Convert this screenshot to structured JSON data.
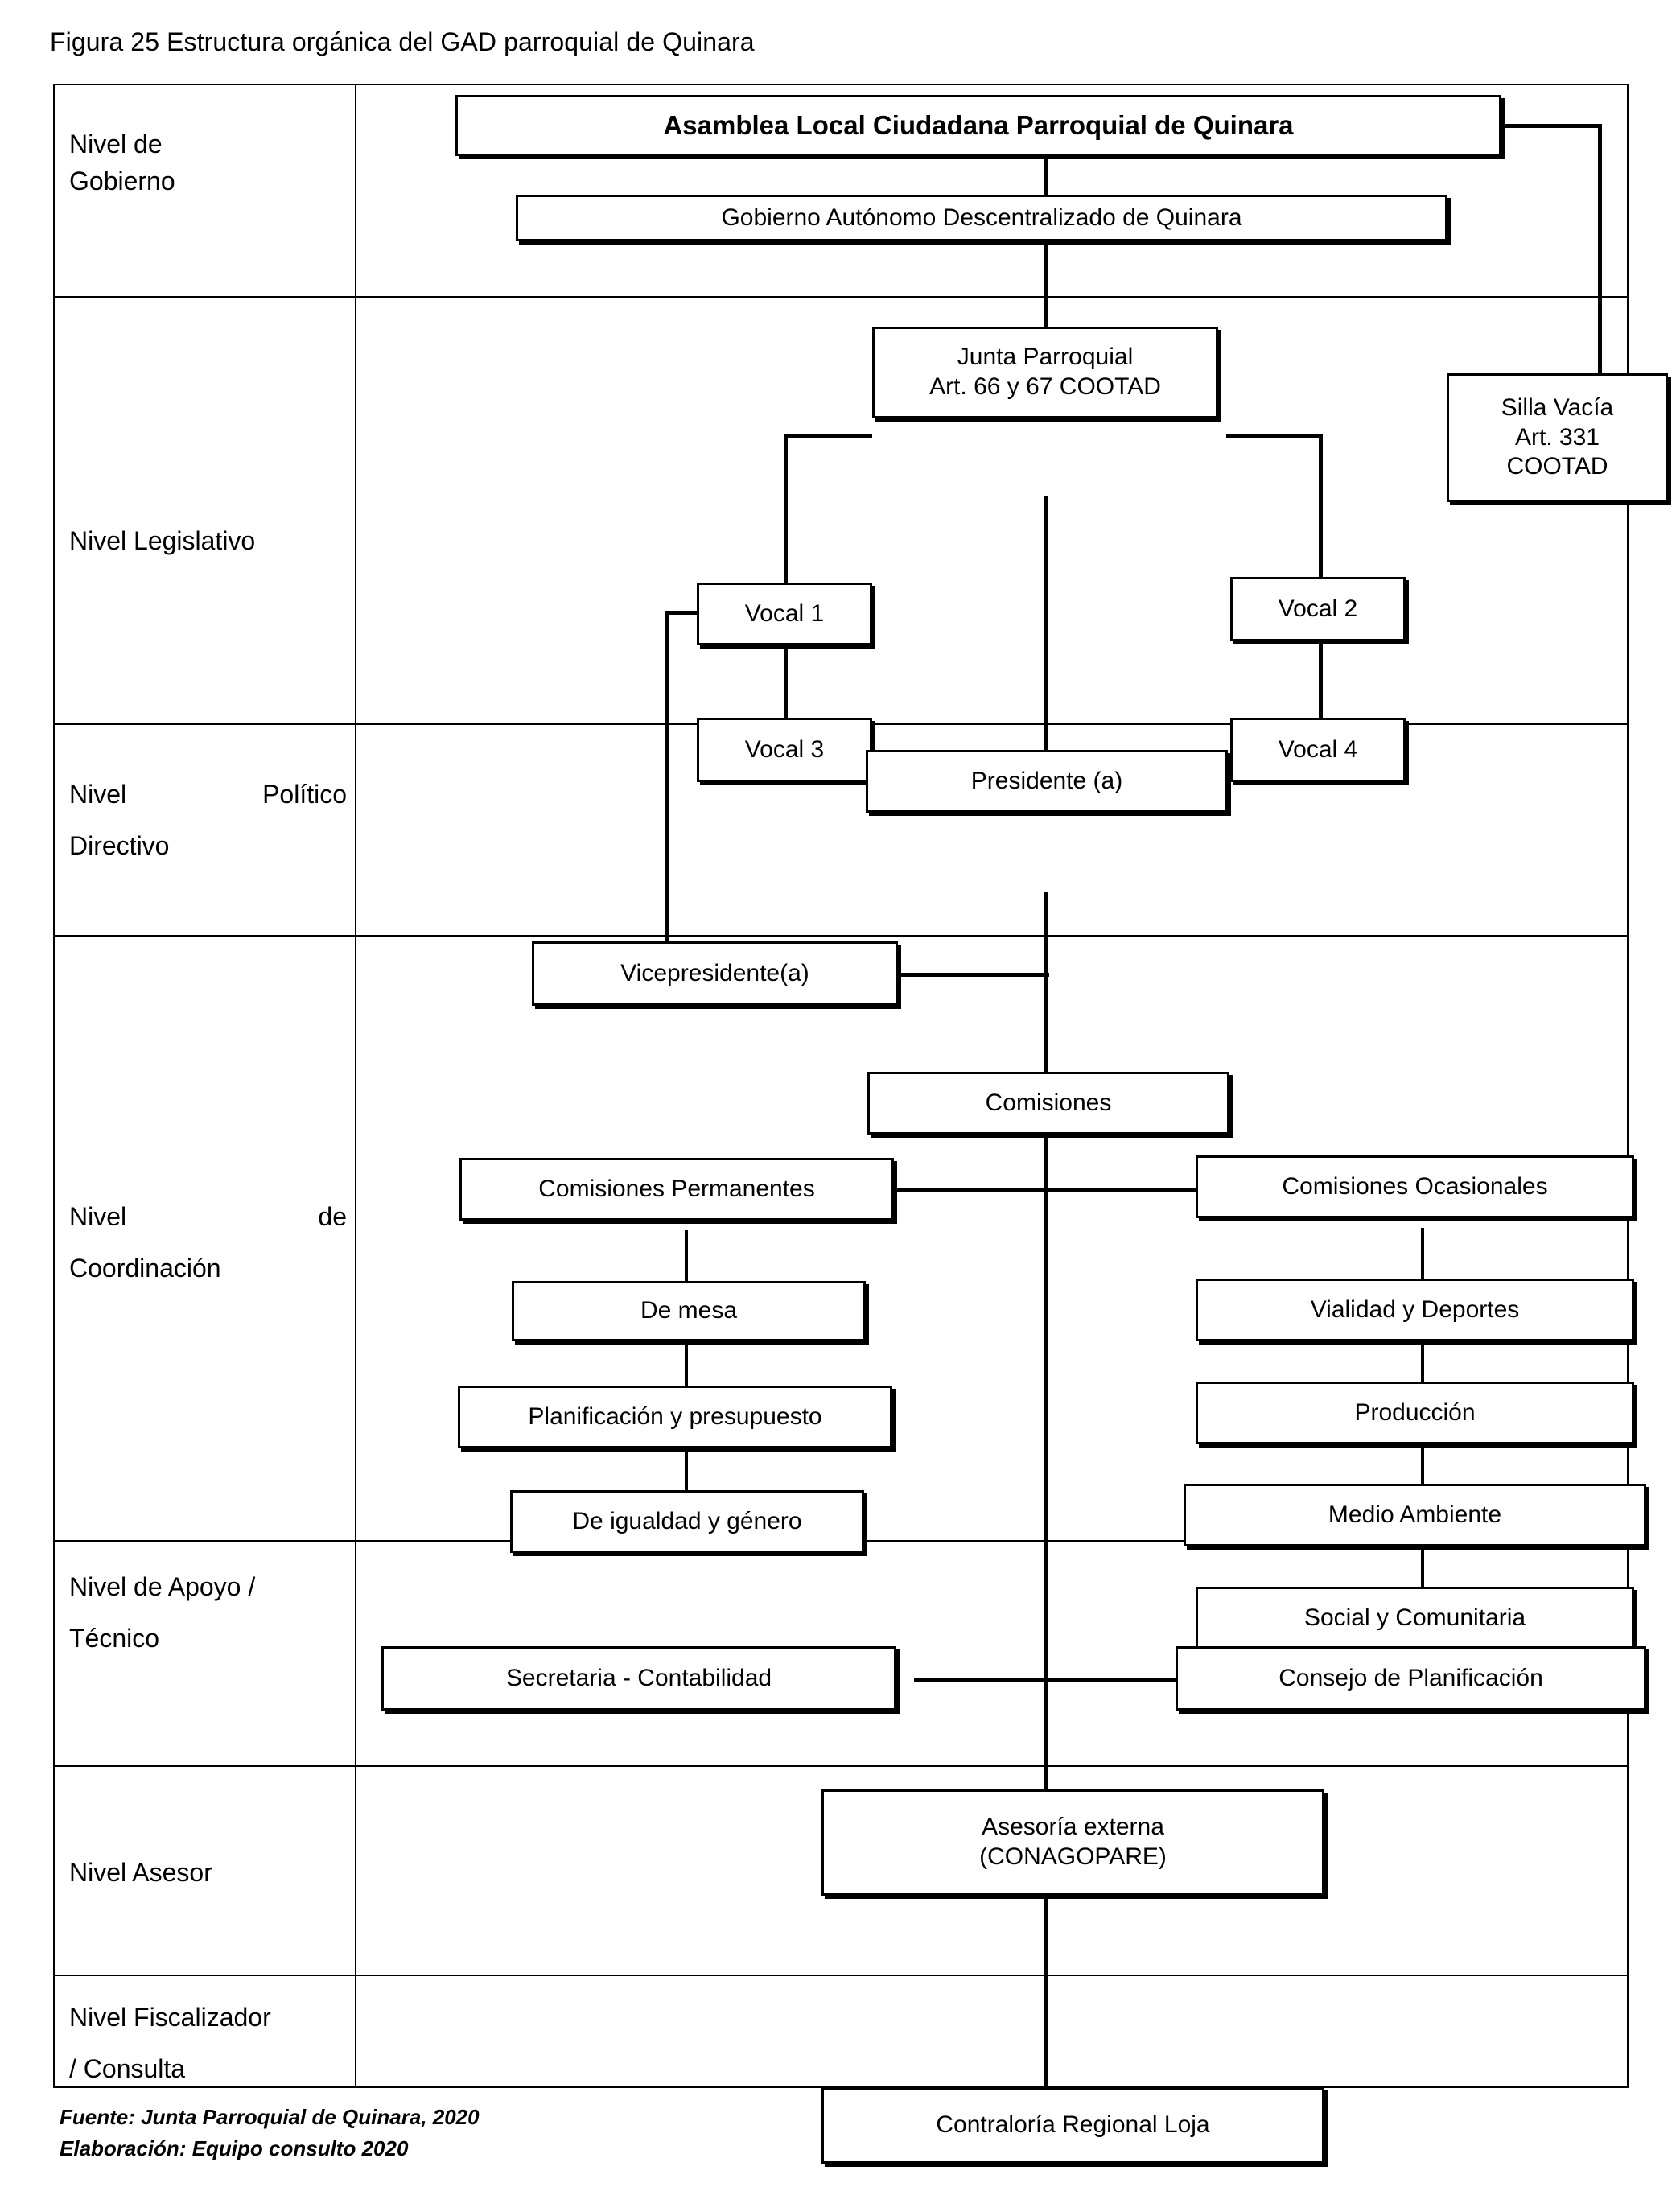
{
  "figure": {
    "caption": "Figura 25  Estructura orgánica del GAD parroquial de Quinara"
  },
  "levels": [
    {
      "id": "gobierno",
      "label_line1": "Nivel de",
      "label_line2": "Gobierno"
    },
    {
      "id": "legislativo",
      "label_line1": "Nivel Legislativo",
      "label_line2": ""
    },
    {
      "id": "politico",
      "label_line1": "Nivel",
      "label_mid": "Político",
      "label_line2": "Directivo"
    },
    {
      "id": "coordinacion",
      "label_line1": "Nivel",
      "label_mid": "de",
      "label_line2": "Coordinación"
    },
    {
      "id": "apoyo",
      "label_line1": "Nivel  de  Apoyo  /",
      "label_line2": "Técnico"
    },
    {
      "id": "asesor",
      "label_line1": "Nivel Asesor",
      "label_line2": ""
    },
    {
      "id": "fiscalizador",
      "label_line1": "Nivel  Fiscalizador",
      "label_line2": "/ Consulta"
    }
  ],
  "nodes": {
    "asamblea": "Asamblea Local Ciudadana Parroquial de Quinara",
    "gad": "Gobierno Autónomo Descentralizado de Quinara",
    "junta_l1": "Junta Parroquial",
    "junta_l2": "Art. 66 y 67 COOTAD",
    "silla_l1": "Silla Vacía",
    "silla_l2": "Art. 331",
    "silla_l3": "COOTAD",
    "vocal1": "Vocal 1",
    "vocal2": "Vocal 2",
    "vocal3": "Vocal 3",
    "vocal4": "Vocal 4",
    "presidente": "Presidente (a)",
    "vicepresidente": "Vicepresidente(a)",
    "comisiones": "Comisiones",
    "com_permanentes": "Comisiones Permanentes",
    "com_ocasionales": "Comisiones Ocasionales",
    "de_mesa": "De mesa",
    "planificacion": "Planificación y presupuesto",
    "igualdad": "De igualdad y  género",
    "vialidad": "Vialidad y Deportes",
    "produccion": "Producción",
    "medio_ambiente": "Medio Ambiente",
    "social": "Social y Comunitaria",
    "secretaria": "Secretaria - Contabilidad",
    "consejo": "Consejo de Planificación",
    "asesoria_l1": "Asesoría externa",
    "asesoria_l2": "(CONAGOPARE)",
    "contraloria": "Contraloría Regional Loja"
  },
  "footer": {
    "source": "Fuente: Junta Parroquial de Quinara, 2020",
    "elaboration": "Elaboración: Equipo consulto 2020"
  },
  "colors": {
    "line": "#000000",
    "background": "#ffffff",
    "text": "#000000"
  }
}
